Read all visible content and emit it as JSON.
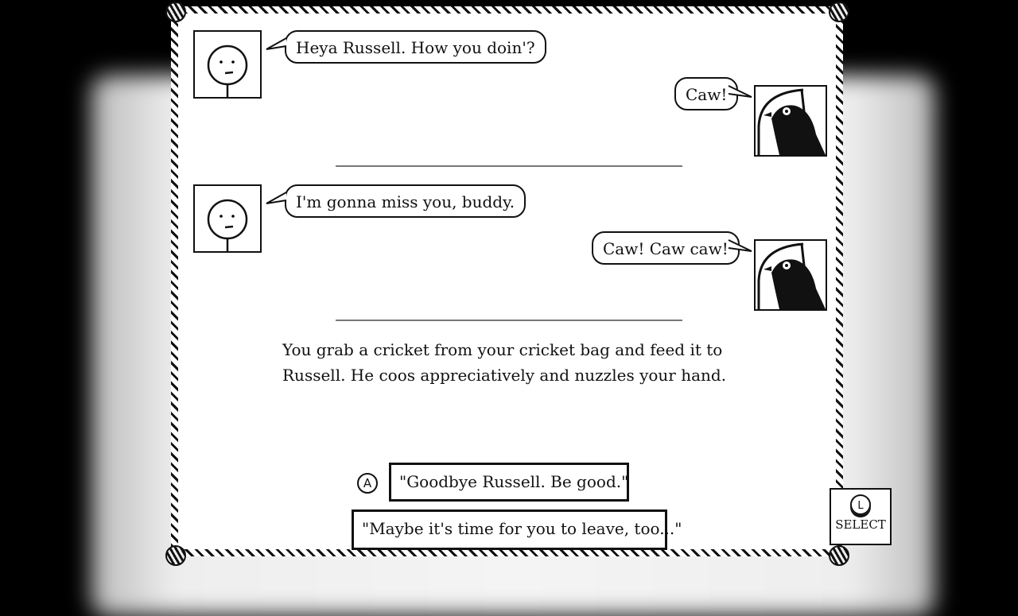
{
  "conversation": [
    {
      "player_line": "Heya Russell.  How you doin'?",
      "crow_line": "Caw!"
    },
    {
      "player_line": "I'm gonna miss you, buddy.",
      "crow_line": "Caw!  Caw caw!"
    }
  ],
  "narration": "You grab a cricket from your cricket bag and feed it to Russell.  He coos appreciatively and nuzzles your hand.",
  "choices": [
    {
      "button": "A",
      "label": "\"Goodbye Russell.  Be good.\""
    },
    {
      "label": "\"Maybe it's time for you to leave, too...\""
    }
  ],
  "select_control": {
    "button": "L",
    "label": "SELECT"
  }
}
